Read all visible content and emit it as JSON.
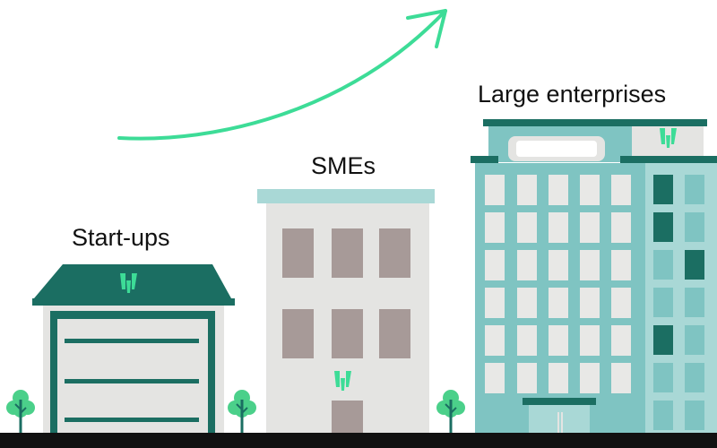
{
  "labels": {
    "startups": "Start-ups",
    "smes": "SMEs",
    "large_enterprises": "Large enterprises"
  },
  "colors": {
    "arrow": "#3ddc97",
    "logo": "#3ddc97",
    "dark_teal": "#1b6e62",
    "teal": "#7fc4c2",
    "light_teal": "#a9d8d6",
    "building_wall": "#e4e4e2",
    "window_brown": "#a79a98",
    "window_light": "#e8e8e6",
    "ground": "#111111",
    "tree_leaf": "#4bd08a",
    "tree_trunk": "#1b6e62"
  },
  "icons": {
    "growth_arrow": "curved-growth-arrow-icon",
    "logo": "company-logo-icon",
    "tree": "tree-icon"
  }
}
